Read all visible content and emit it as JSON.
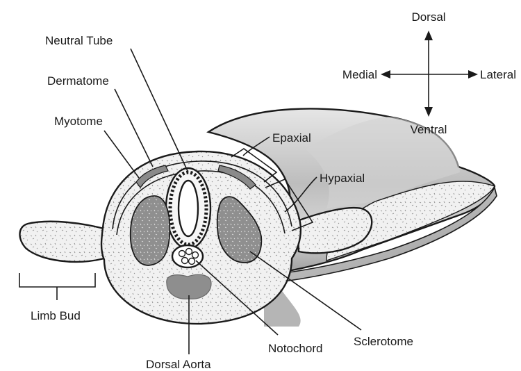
{
  "labels": {
    "neural_tube": "Neutral Tube",
    "dermatome": "Dermatome",
    "myotome": "Myotome",
    "epaxial": "Epaxial",
    "hypaxial": "Hypaxial",
    "limb_bud": "Limb Bud",
    "notochord": "Notochord",
    "sclerotome": "Sclerotome",
    "dorsal_aorta": "Dorsal Aorta"
  },
  "compass": {
    "dorsal": "Dorsal",
    "ventral": "Ventral",
    "medial": "Medial",
    "lateral": "Lateral"
  },
  "colors": {
    "ink": "#1a1a1a",
    "body_shade": "#c9c9c9",
    "body_dark": "#9a9a9a",
    "tissue_light": "#f2f2f2",
    "sclerotome_fill": "#8e8e8e"
  }
}
